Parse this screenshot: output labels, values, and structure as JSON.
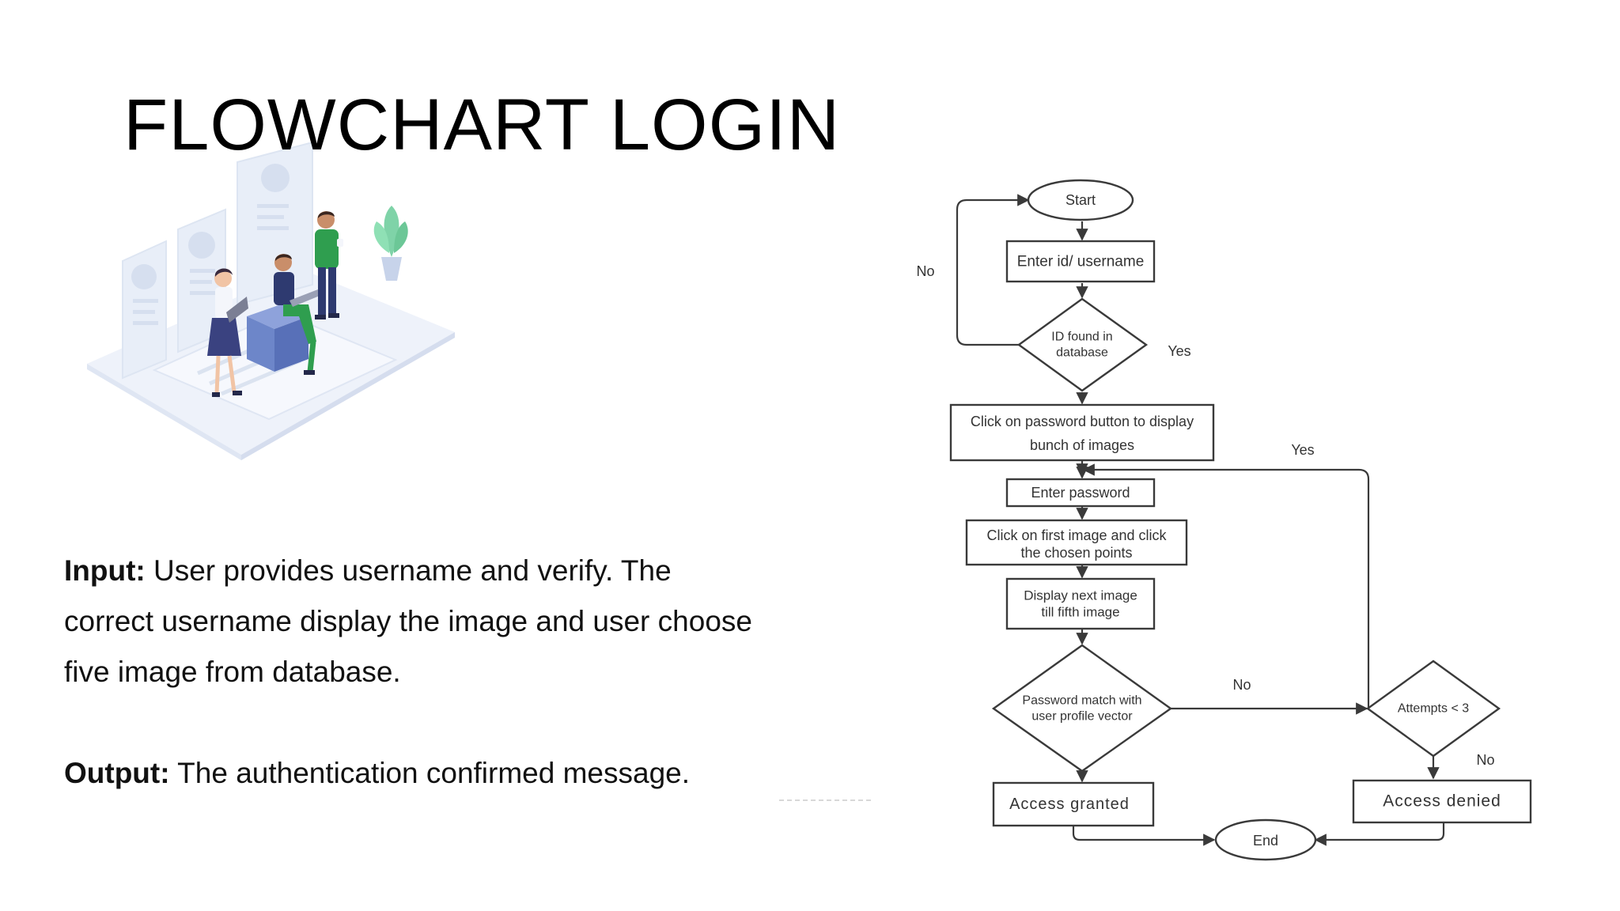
{
  "slide": {
    "title": "FLOWCHART LOGIN",
    "input": {
      "label": "Input:",
      "text": " User provides username and verify. The correct username display the image and user choose five image from database."
    },
    "output": {
      "label": "Output:",
      "text": " The authentication confirmed message."
    },
    "illustration": {
      "icon": "team-dashboard-illustration",
      "colors": {
        "panel": "#e8eef8",
        "shirt_green": "#2f9e4f",
        "shirt_navy": "#2e3a70",
        "skirt": "#3a4280",
        "cube": "#6d86c9",
        "plant": "#7fd3a8"
      }
    }
  },
  "flowchart": {
    "nodes": {
      "start": "Start",
      "enter_id": "Enter id/ username",
      "id_found": [
        "ID found in",
        "database"
      ],
      "click_password": [
        "Click on password button to display",
        "bunch of images"
      ],
      "enter_password": "Enter password",
      "click_first_image": [
        "Click on first image and click",
        "the chosen points"
      ],
      "display_next": [
        "Display next image",
        "till fifth image"
      ],
      "password_match": [
        "Password match with",
        "user profile vector"
      ],
      "attempts": "Attempts < 3",
      "access_granted": "Access granted",
      "access_denied": "Access denied",
      "end": "End"
    },
    "edge_labels": {
      "id_not_found": "No",
      "id_found_yes": "Yes",
      "attempts_yes": "Yes",
      "match_no": "No",
      "attempts_no": "No"
    },
    "stroke_color": "#3a3a3a"
  }
}
